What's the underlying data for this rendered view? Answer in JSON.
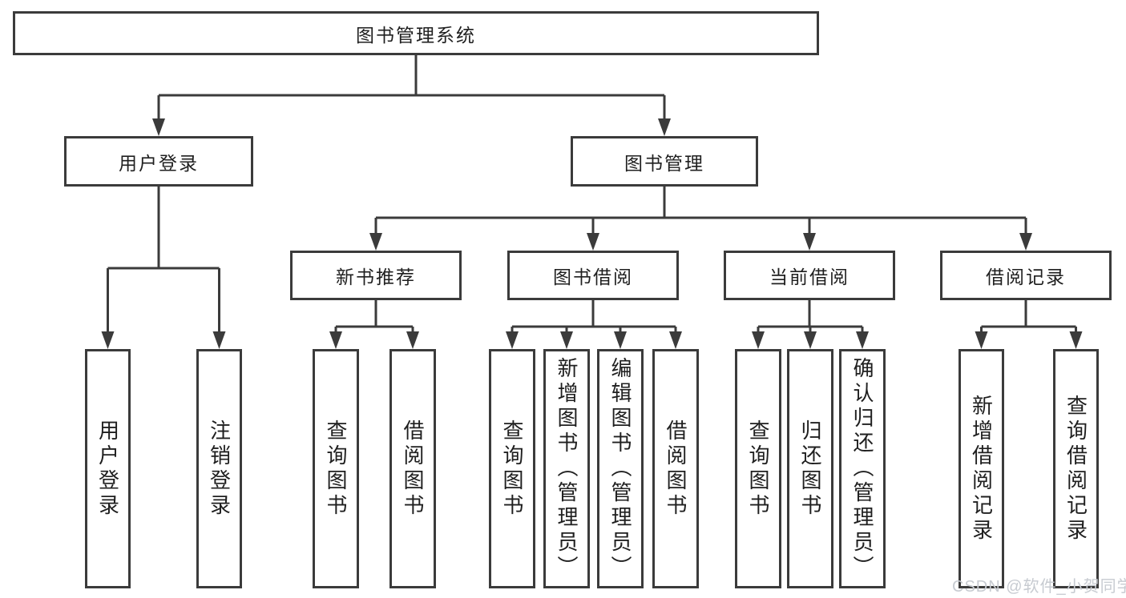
{
  "diagram_type": "hierarchy-tree",
  "tree": {
    "root": "图书管理系统",
    "branches": [
      {
        "label": "用户登录",
        "children": [
          {
            "label": "用户登录"
          },
          {
            "label": "注销登录"
          }
        ]
      },
      {
        "label": "图书管理",
        "groups": [
          {
            "label": "新书推荐",
            "children": [
              {
                "label": "查询图书"
              },
              {
                "label": "借阅图书"
              }
            ]
          },
          {
            "label": "图书借阅",
            "children": [
              {
                "label": "查询图书"
              },
              {
                "label": "新增图书（管理员）"
              },
              {
                "label": "编辑图书（管理员）"
              },
              {
                "label": "借阅图书"
              }
            ]
          },
          {
            "label": "当前借阅",
            "children": [
              {
                "label": "查询图书"
              },
              {
                "label": "归还图书"
              },
              {
                "label": "确认归还（管理员）"
              }
            ]
          },
          {
            "label": "借阅记录",
            "children": [
              {
                "label": "新增借阅记录"
              },
              {
                "label": "查询借阅记录"
              }
            ]
          }
        ]
      }
    ]
  },
  "watermark": "CSDN @软件_小贺同学",
  "colors": {
    "line": "#3b3b3b",
    "text": "#1f1f1f",
    "watermark": "#c7cbd1",
    "background": "#ffffff"
  }
}
